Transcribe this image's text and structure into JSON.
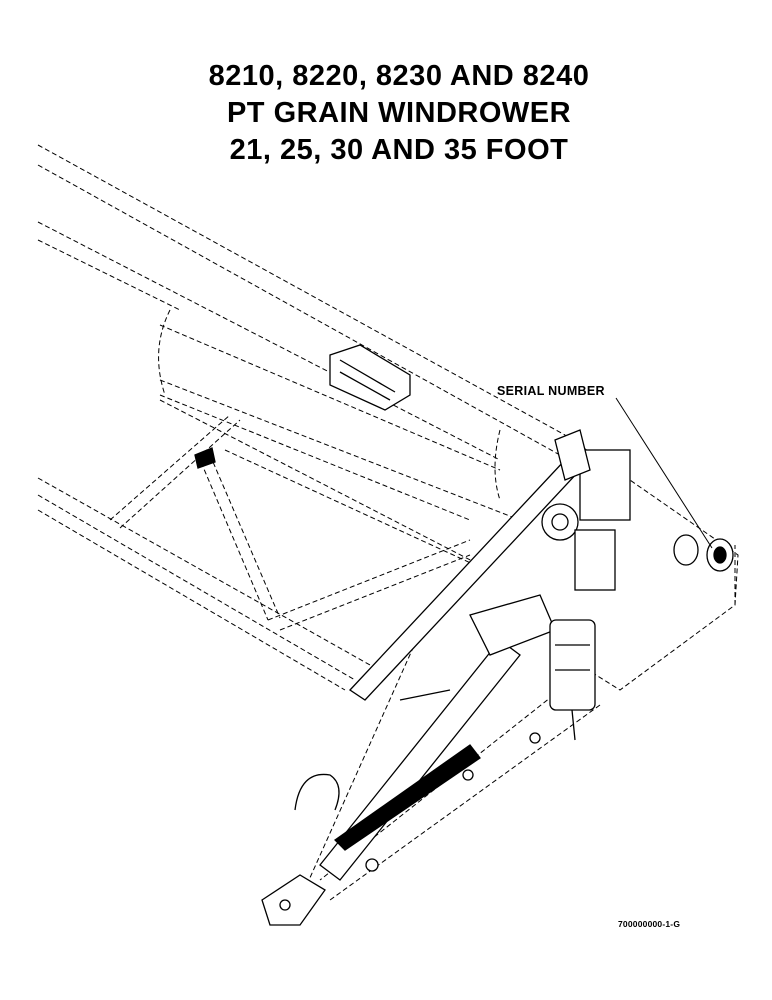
{
  "title": {
    "line1": "8210, 8220, 8230 AND 8240",
    "line2": "PT GRAIN WINDROWER",
    "line3": "21, 25, 30 AND 35 FOOT"
  },
  "callouts": {
    "serial_number": "SERIAL NUMBER"
  },
  "figure_id": "700000000-1-G"
}
